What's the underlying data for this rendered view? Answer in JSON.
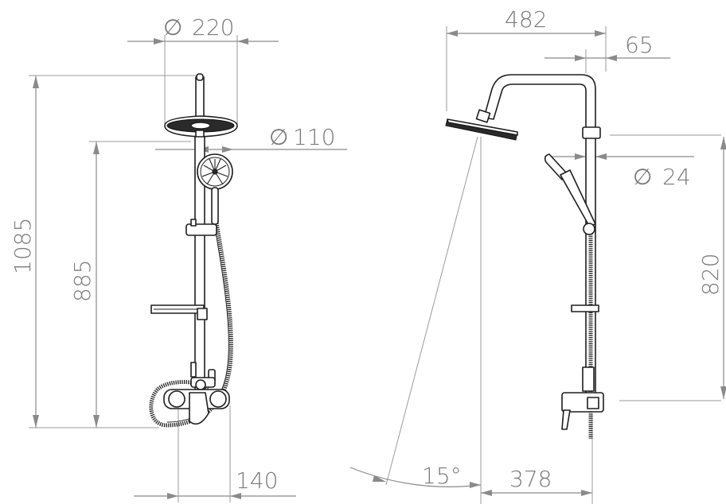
{
  "front_view": {
    "dim_showerhead_diameter": "220",
    "dim_handshower_diameter": "110",
    "dim_total_height": "1085",
    "dim_showerhead_height": "885",
    "dim_outlet_spacing": "140",
    "diameter_symbol": "∅"
  },
  "side_view": {
    "dim_arm_reach": "482",
    "dim_wall_offset": "65",
    "dim_rail_diameter": "24",
    "dim_rail_height": "820",
    "dim_angle": "15°",
    "dim_head_projection": "378",
    "diameter_symbol": "∅"
  }
}
